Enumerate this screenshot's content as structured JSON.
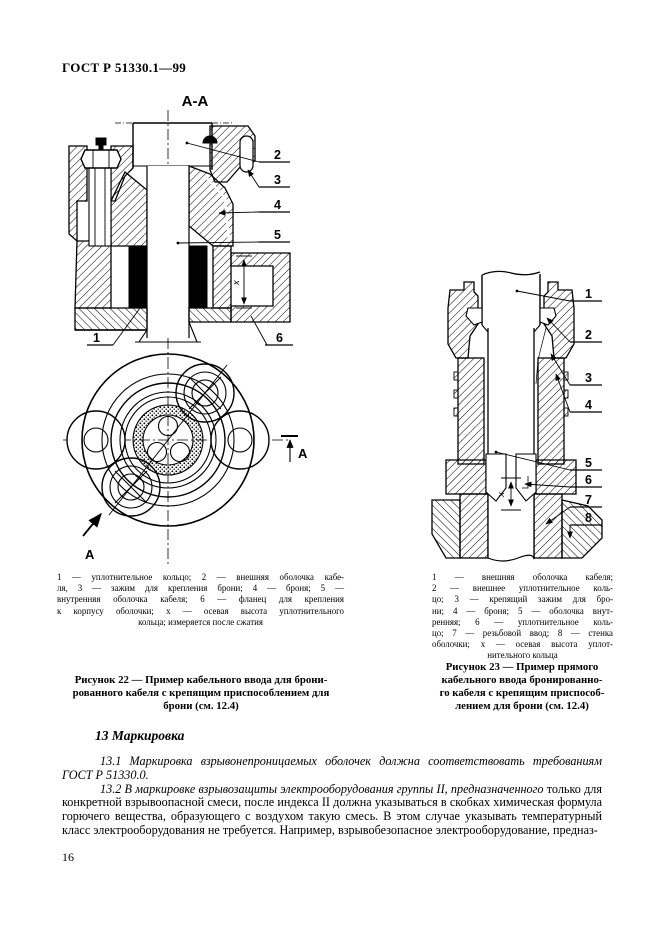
{
  "page": {
    "header": "ГОСТ Р 51330.1—99",
    "page_number": "16"
  },
  "figure22": {
    "section_label": "А-А",
    "arrow_label": "А",
    "dim_label": "x",
    "callouts": [
      "1",
      "2",
      "3",
      "4",
      "5",
      "6"
    ],
    "legend_lines": [
      "1 — уплотнительное кольцо; 2 — внешняя оболочка кабе-",
      "ля, 3 — зажим для крепления брони; 4 — броня; 5 —",
      "внутренняя оболочка кабеля; 6 — фланец для крепления",
      "к корпусу оболочки; x — осевая высота уплотнительного",
      "кольца; измеряется после сжатия"
    ],
    "caption_lines": [
      "Рисунок 22 — Пример кабельного ввода для брони-",
      "рованного кабеля с крепящим  приспособлением для",
      "брони (см. 12.4)"
    ]
  },
  "figure23": {
    "dim_label": "x",
    "callouts": [
      "1",
      "2",
      "3",
      "4",
      "5",
      "6",
      "7",
      "8"
    ],
    "legend_lines": [
      "1 — внешняя оболочка кабеля;",
      "2 — внешнее уплотнительное коль-",
      "цо; 3 — крепящий зажим для бро-",
      "ни; 4 — броня; 5 — оболочка внут-",
      "ренняя; 6 — уплотнительное коль-",
      "цо; 7 — резьбовой ввод; 8 — стенка",
      "оболочки; x — осевая высота уплот-",
      "нительного кольца"
    ],
    "caption_lines": [
      "Рисунок 23 — Пример прямого",
      "кабельного ввода бронированно-",
      "го кабеля с крепящим приспособ-",
      "лением для брони (см. 12.4)"
    ]
  },
  "section13": {
    "heading": "13 Маркировка",
    "para1": "13.1 Маркировка взрывонепроницаемых оболочек должна соответствовать требованиям ГОСТ Р 51330.0.",
    "para2_italic": "13.2 В маркировке взрывозащиты электрооборудования группы II, предназначенного",
    "para2_regular": " только для конкретной взрывоопасной смеси, после индекса II должна указываться в скобках химическая формула горючего вещества, образующего с воздухом такую смесь. В этом случае указывать температурный класс электрооборудования не требуется. Например, взрывобезопасное электрооборудование, предназ-"
  }
}
